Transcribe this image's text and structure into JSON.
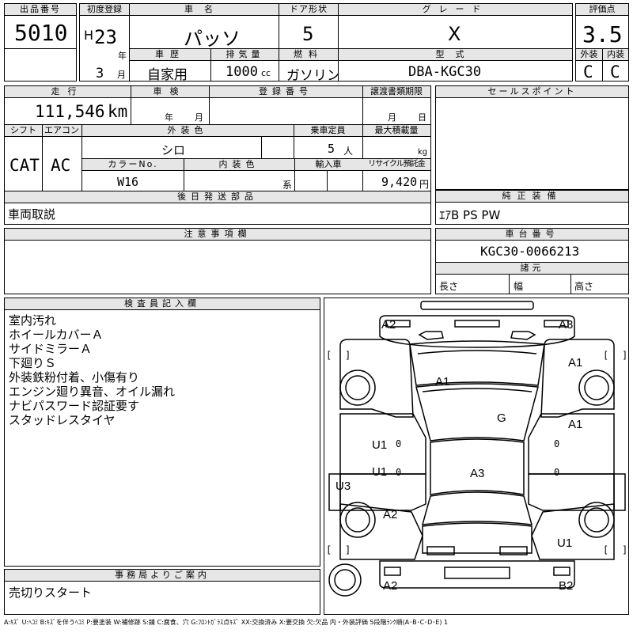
{
  "header": {
    "lot_label": "出品番号",
    "lot_number": "5010",
    "first_reg_label": "初度登録",
    "era": "H",
    "year": "23",
    "year_unit": "年",
    "month": "3",
    "month_unit": "月",
    "car_name_label": "車名",
    "car_name": "パッソ",
    "door_label": "ドア形状",
    "doors": "5",
    "grade_label": "グレード",
    "grade": "X",
    "score_label": "評価点",
    "score": "3.5",
    "history_label": "車歴",
    "history": "自家用",
    "displacement_label": "排気量",
    "displacement": "1000",
    "displacement_unit": "cc",
    "fuel_label": "燃料",
    "fuel": "ガソリン",
    "model_label": "型式",
    "model": "DBA-KGC30",
    "exterior_label": "外装",
    "exterior_grade": "C",
    "interior_label": "内装",
    "interior_grade": "C"
  },
  "details": {
    "mileage_label": "走行",
    "mileage": "111,546",
    "mileage_unit": "km",
    "inspection_label": "車検",
    "insp_year_unit": "年",
    "insp_month_unit": "月",
    "reg_no_label": "登録番号",
    "transfer_label": "譲渡書類期限",
    "transfer_month_unit": "月",
    "transfer_day_unit": "日",
    "shift_label": "シフト",
    "shift": "CAT",
    "aircon_label": "エアコン",
    "aircon": "AC",
    "ext_color_label": "外装色",
    "ext_color": "シロ",
    "capacity_label": "乗車定員",
    "capacity": "5",
    "capacity_unit": "人",
    "max_load_label": "最大積載量",
    "max_load_unit": "kg",
    "color_no_label": "カラーNo.",
    "color_no": "W16",
    "int_color_label": "内装色",
    "int_color_unit": "系",
    "import_label": "輸入車",
    "recycle_label": "リサイクル預託金",
    "recycle": "9,420",
    "recycle_unit": "円",
    "later_parts_label": "後日発送部品",
    "later_parts": "車両取説"
  },
  "sales_points": {
    "label": "セールスポイント",
    "text": ""
  },
  "equipment": {
    "label": "純正装備",
    "text": "ｴｱB PS PW"
  },
  "notes": {
    "label": "注意事項欄",
    "text": ""
  },
  "chassis": {
    "label": "車台番号",
    "number": "KGC30-0066213",
    "dims_label": "諸元",
    "length_label": "長さ",
    "width_label": "幅",
    "height_label": "高さ"
  },
  "inspector": {
    "label": "検査員記入欄",
    "lines": [
      "室内汚れ",
      "ホイールカバーＡ",
      "サイドミラーＡ",
      "下廻りＳ",
      "外装鉄粉付着、小傷有り",
      "エンジン廻り異音、オイル漏れ",
      "ナビパスワード認証要す",
      "スタッドレスタイヤ"
    ]
  },
  "office": {
    "label": "事務局よりご案内",
    "text": "売切りスタート"
  },
  "diagram": {
    "marks": {
      "front_left_corner": "A2",
      "front_right_corner": "A3",
      "front_right_fender": "A1",
      "hood": "A1",
      "windshield": "G",
      "right_front_door": "A1",
      "left_front_door": "U1",
      "left_rear_door": "U1",
      "roof": "A3",
      "left_sill": "U3",
      "left_rear_fender": "A2",
      "right_rear_fender": "U1",
      "rear_left_corner": "A2",
      "rear_right_corner": "B2"
    },
    "bracket_left": "[",
    "bracket_right": "]",
    "zero": "0"
  },
  "legend": "A:ｷｽﾞ U:ﾍｺﾐ B:ｷｽﾞを伴うﾍｺﾐ P:要塗装 W:補修跡 S:錆 C:腐食、穴 G:ﾌﾛﾝﾄｶﾞﾗｽ点ｷｽﾞ XX:交換済み X:要交換 欠:欠品 内・外装評価 5段階ﾗﾝｸ順(A･B･C･D･E) 1"
}
